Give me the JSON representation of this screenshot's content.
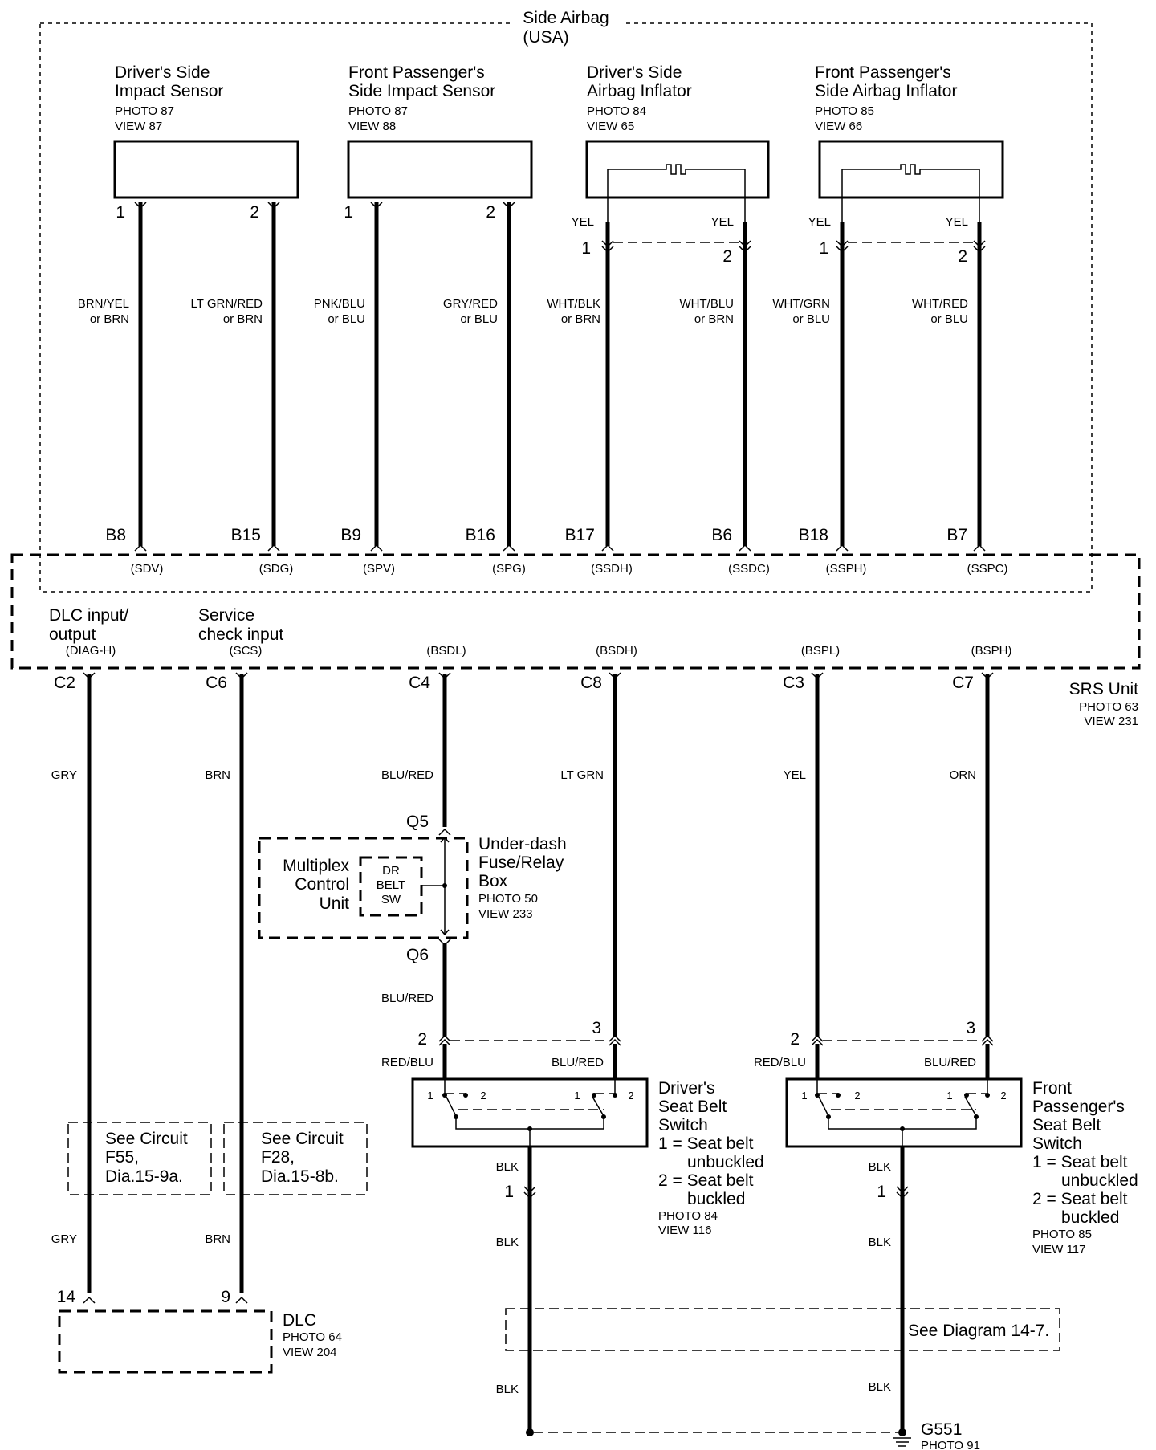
{
  "header": {
    "title": "Side Airbag",
    "subtitle": "(USA)"
  },
  "components": [
    {
      "lines": [
        "Driver's Side",
        "Impact Sensor"
      ],
      "photo": "PHOTO 87",
      "view": "VIEW 87"
    },
    {
      "lines": [
        "Front Passenger's",
        "Side Impact Sensor"
      ],
      "photo": "PHOTO 87",
      "view": "VIEW 88"
    },
    {
      "lines": [
        "Driver's Side",
        "Airbag Inflator"
      ],
      "photo": "PHOTO 84",
      "view": "VIEW 65"
    },
    {
      "lines": [
        "Front Passenger's",
        "Side Airbag Inflator"
      ],
      "photo": "PHOTO 85",
      "view": "VIEW 66"
    }
  ],
  "upper_wires": [
    {
      "pin": "1",
      "colors": [
        "BRN/YEL",
        "or BRN"
      ],
      "terminal": "B8",
      "signal": "(SDV)"
    },
    {
      "pin": "2",
      "colors": [
        "LT GRN/RED",
        "or BRN"
      ],
      "terminal": "B15",
      "signal": "(SDG)"
    },
    {
      "pin": "1",
      "colors": [
        "PNK/BLU",
        "or BLU"
      ],
      "terminal": "B9",
      "signal": "(SPV)"
    },
    {
      "pin": "2",
      "colors": [
        "GRY/RED",
        "or BLU"
      ],
      "terminal": "B16",
      "signal": "(SPG)"
    },
    {
      "pin": "1",
      "top_color": "YEL",
      "colors": [
        "WHT/BLK",
        "or BRN"
      ],
      "terminal": "B17",
      "signal": "(SSDH)"
    },
    {
      "pin": "2",
      "top_color": "YEL",
      "colors": [
        "WHT/BLU",
        "or BRN"
      ],
      "terminal": "B6",
      "signal": "(SSDC)"
    },
    {
      "pin": "1",
      "top_color": "YEL",
      "colors": [
        "WHT/GRN",
        "or BLU"
      ],
      "terminal": "B18",
      "signal": "(SSPH)"
    },
    {
      "pin": "2",
      "top_color": "YEL",
      "colors": [
        "WHT/RED",
        "or BLU"
      ],
      "terminal": "B7",
      "signal": "(SSPC)"
    }
  ],
  "srs_unit": {
    "name": "SRS Unit",
    "photo": "PHOTO 63",
    "view": "VIEW 231",
    "dlc_io": [
      "DLC input/",
      "output"
    ],
    "dlc_io_signal": "(DIAG-H)",
    "service": [
      "Service",
      "check input"
    ],
    "service_signal": "(SCS)",
    "signals_bottom": [
      "(BSDL)",
      "(BSDH)",
      "(BSPL)",
      "(BSPH)"
    ]
  },
  "lower_wires": [
    {
      "terminal": "C2",
      "color": "GRY"
    },
    {
      "terminal": "C6",
      "color": "BRN"
    },
    {
      "terminal": "C4",
      "color": "BLU/RED"
    },
    {
      "terminal": "C8",
      "color": "LT GRN"
    },
    {
      "terminal": "C3",
      "color": "YEL"
    },
    {
      "terminal": "C7",
      "color": "ORN"
    }
  ],
  "fuse_box": {
    "q5": "Q5",
    "q6": "Q6",
    "lines": [
      "Under-dash",
      "Fuse/Relay",
      "Box"
    ],
    "photo": "PHOTO 50",
    "view": "VIEW 233",
    "color_after": "BLU/RED",
    "mcu_lines": [
      "Multiplex",
      "Control",
      "Unit"
    ],
    "sw_lines": [
      "DR",
      "BELT",
      "SW"
    ]
  },
  "seatbelt_switches": [
    {
      "name_lines": [
        "Driver's",
        "Seat Belt",
        "Switch"
      ],
      "legend": [
        "1 = Seat belt",
        "unbuckled",
        "2 = Seat belt",
        "buckled"
      ],
      "photo": "PHOTO 84",
      "view": "VIEW 116",
      "pin_left": "2",
      "pin_right": "3",
      "color_left": "RED/BLU",
      "color_right": "BLU/RED",
      "bottom_pin": "1",
      "ground_color": "BLK"
    },
    {
      "name_lines": [
        "Front",
        "Passenger's",
        "Seat Belt",
        "Switch"
      ],
      "legend": [
        "1 = Seat belt",
        "unbuckled",
        "2 = Seat belt",
        "buckled"
      ],
      "photo": "PHOTO  85",
      "view": "VIEW 117",
      "pin_left": "2",
      "pin_right": "3",
      "color_left": "RED/BLU",
      "color_right": "BLU/RED",
      "bottom_pin": "1",
      "ground_color": "BLK"
    }
  ],
  "switch_pos": [
    "1",
    "2"
  ],
  "circuit_refs": [
    [
      "See Circuit",
      "F55,",
      "Dia.15-9a."
    ],
    [
      "See Circuit",
      "F28,",
      "Dia.15-8b."
    ]
  ],
  "dlc": {
    "name": "DLC",
    "photo": "PHOTO 64",
    "view": "VIEW 204",
    "pins": [
      "14",
      "9"
    ]
  },
  "diagram_ref": "See Diagram 14-7.",
  "ground": {
    "name": "G551",
    "photo": "PHOTO 91"
  }
}
